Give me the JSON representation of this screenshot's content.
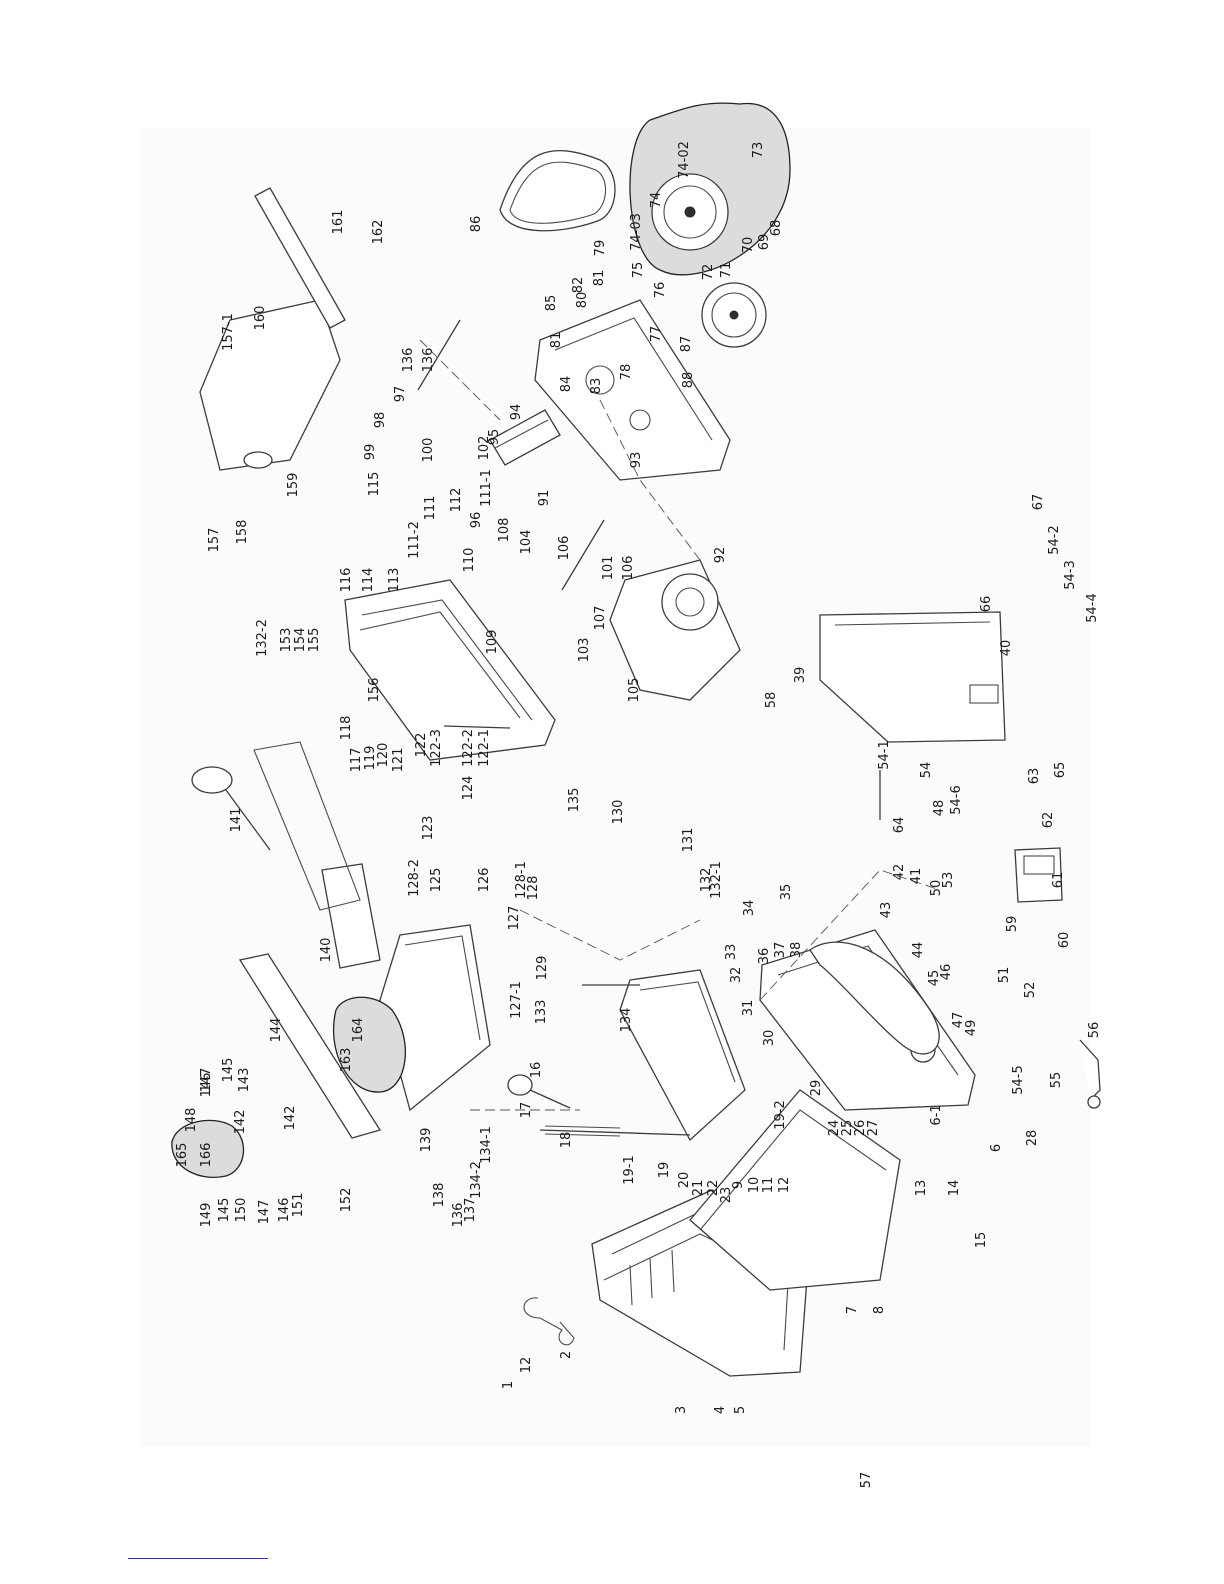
{
  "diagram": {
    "callouts": [
      "1",
      "12",
      "2",
      "3",
      "4",
      "5",
      "7",
      "8",
      "9",
      "10",
      "11",
      "12",
      "13",
      "14",
      "15",
      "6-1",
      "6",
      "28",
      "16",
      "17",
      "18",
      "19-1",
      "19",
      "20",
      "21",
      "22",
      "23",
      "19-2",
      "24",
      "25",
      "26",
      "27",
      "136",
      "137",
      "138",
      "134-2",
      "134-1",
      "139",
      "152",
      "149",
      "145",
      "150",
      "147",
      "146",
      "151",
      "148",
      "165",
      "166",
      "147",
      "146",
      "145",
      "143",
      "142",
      "144",
      "142",
      "163",
      "164",
      "140",
      "141",
      "118",
      "117",
      "119",
      "120",
      "121",
      "122",
      "122-3",
      "122-2",
      "122-1",
      "124",
      "123",
      "128-2",
      "125",
      "126",
      "127",
      "128-1",
      "128",
      "129",
      "127-1",
      "133",
      "134",
      "135",
      "130",
      "131",
      "132",
      "132-1",
      "132-2",
      "153",
      "154",
      "155",
      "156",
      "116",
      "114",
      "113",
      "111-2",
      "112",
      "111",
      "111-1",
      "96",
      "110",
      "109",
      "108",
      "104",
      "103",
      "101",
      "106",
      "107",
      "106",
      "105",
      "92",
      "91",
      "102",
      "95",
      "94",
      "93",
      "81",
      "84",
      "83",
      "85",
      "82",
      "80",
      "81",
      "79",
      "78",
      "77",
      "76",
      "87",
      "88",
      "75",
      "72",
      "71",
      "70",
      "69",
      "68",
      "74-03",
      "74",
      "74-02",
      "73",
      "86",
      "100",
      "98",
      "99",
      "97",
      "136",
      "136",
      "115",
      "157",
      "158",
      "159",
      "157-1",
      "160",
      "161",
      "162",
      "31",
      "30",
      "29",
      "32",
      "33",
      "34",
      "35",
      "36",
      "37",
      "38",
      "42",
      "41",
      "43",
      "44",
      "45",
      "46",
      "47",
      "49",
      "50",
      "51",
      "52",
      "53",
      "59",
      "60",
      "61",
      "62",
      "63",
      "65",
      "64",
      "48",
      "54",
      "54-1",
      "54-6",
      "58",
      "39",
      "40",
      "66",
      "67",
      "54-2",
      "54-3",
      "54-4",
      "54-5",
      "55",
      "56",
      "57"
    ]
  }
}
